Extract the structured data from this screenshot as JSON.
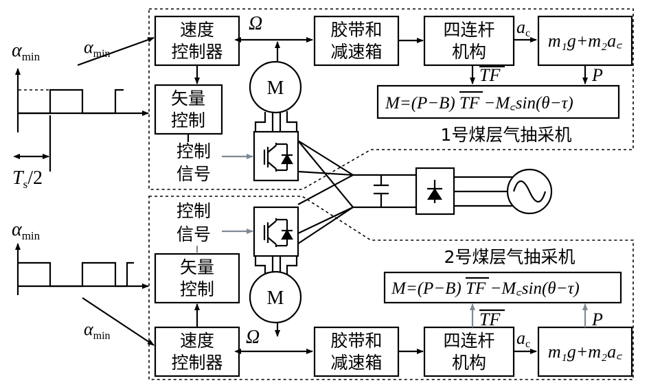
{
  "blocks": {
    "speed_ctrl": [
      "速度",
      "控制器"
    ],
    "belt_gear": [
      "胶带和",
      "减速箱"
    ],
    "four_bar": [
      "四连杆",
      "机构"
    ],
    "vector_ctrl": [
      "矢量",
      "控制"
    ],
    "ctrl_signal": [
      "控制",
      "信号"
    ],
    "motor": "M"
  },
  "labels": {
    "omega": "Ω",
    "ac_main": "a",
    "ac_sub": "c",
    "p": "P",
    "tf": "TF",
    "alpha_main": "α",
    "alpha_sub": "min",
    "ts_main": "T",
    "ts_sub": "s",
    "ts_rest": "/2"
  },
  "equations": {
    "load": "m₁g+m₂a꜀",
    "torque_left": "M=(P−B) ",
    "torque_tf": "TF",
    "torque_right": " −M꜀sin(θ−τ)"
  },
  "titles": {
    "unit1": "1号煤层气抽采机",
    "unit2": "2号煤层气抽采机"
  }
}
